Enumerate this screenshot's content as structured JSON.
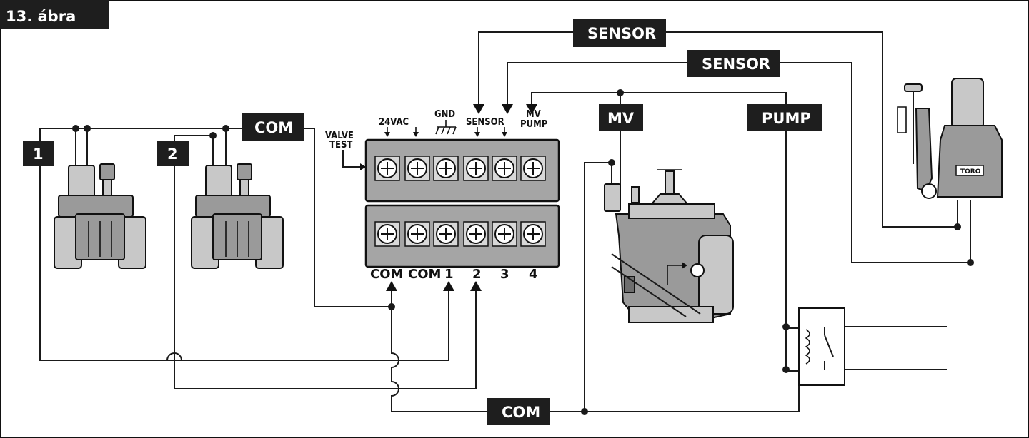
{
  "figure": {
    "title": "13. ábra"
  },
  "tags": {
    "zone1": "1",
    "zone2": "2",
    "com_top": "COM",
    "sensor_a": "SENSOR",
    "sensor_b": "SENSOR",
    "mv": "MV",
    "pump": "PUMP",
    "com_bottom": "COM"
  },
  "terminal_top": {
    "valve_test_line1": "VALVE",
    "valve_test_line2": "TEST",
    "vac": "24VAC",
    "gnd": "GND",
    "sensor": "SENSOR",
    "mv_line1": "MV",
    "mv_line2": "PUMP"
  },
  "terminal_bottom": {
    "labels": [
      "COM",
      "COM",
      "1",
      "2",
      "3",
      "4"
    ]
  },
  "rain_sensor": {
    "brand": "TORO"
  },
  "colors": {
    "line": "#1a1a1a",
    "tag_fill": "#1e1e1e",
    "tag_text": "#ffffff",
    "device_gray": "#9a9a9a"
  }
}
